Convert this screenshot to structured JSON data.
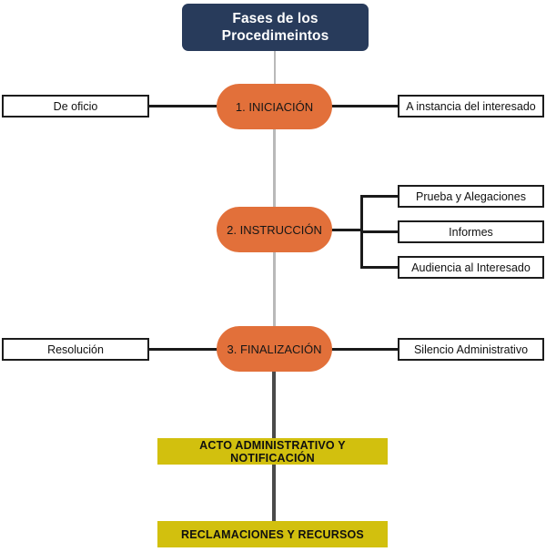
{
  "diagram": {
    "title": "Fases de los Procedimeintos",
    "title_line1": "Fases de los",
    "title_line2": "Procedimeintos",
    "colors": {
      "title_bg": "#283B5B",
      "stage_bg": "#E2703A",
      "outcome_bg": "#D2C00E",
      "box_border": "#1C1C1C",
      "connector_light": "#B9B9B9",
      "connector_dark": "#4A4A4A"
    },
    "stages": [
      {
        "label": "1. INICIACIÓN",
        "left_branches": [
          {
            "label": "De oficio"
          }
        ],
        "right_branches": [
          {
            "label": "A instancia del interesado"
          }
        ]
      },
      {
        "label": "2. INSTRUCCIÓN",
        "left_branches": [],
        "right_branches": [
          {
            "label": "Prueba y Alegaciones"
          },
          {
            "label": "Informes"
          },
          {
            "label": "Audiencia al Interesado"
          }
        ]
      },
      {
        "label": "3. FINALIZACIÓN",
        "left_branches": [
          {
            "label": "Resolución"
          }
        ],
        "right_branches": [
          {
            "label": "Silencio Administrativo"
          }
        ]
      }
    ],
    "outcomes": [
      {
        "label": "ACTO ADMINISTRATIVO Y NOTIFICACIÓN"
      },
      {
        "label": "RECLAMACIONES Y RECURSOS"
      }
    ]
  }
}
